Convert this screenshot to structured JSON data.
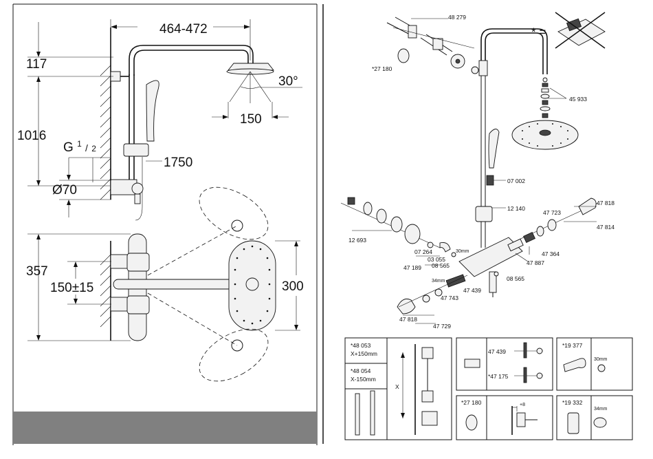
{
  "left_sheet": {
    "dimensions": {
      "arm_length": "464-472",
      "top_height": "117",
      "rail_height": "1016",
      "thread_g": "G",
      "thread_num": "1",
      "thread_den": "2",
      "pipe_diameter": "Ø70",
      "total_height": "1750",
      "spray_angle": "30°",
      "head_diameter": "150",
      "valve_height": "357",
      "inlet_spacing": "150±15",
      "head_length": "300"
    }
  },
  "right_sheet": {
    "not_included_symbol": "* =",
    "parts": {
      "p48279": "48 279",
      "p27180_top": "*27 180",
      "p45933": "45 933",
      "p07002": "07 002",
      "p12140": "12 140",
      "p12693": "12 693",
      "p47723": "47 723",
      "p47818_r": "47 818",
      "p47814": "47 814",
      "p07264": "07 264",
      "m30_a": "30mm",
      "p03055": "03 055",
      "p08565_a": "08 565",
      "p47189": "47 189",
      "p47364": "47 364",
      "p47887": "47 887",
      "m34_a": "34mm",
      "p08565_b": "08 565",
      "p47439": "47 439",
      "p47743": "47 743",
      "p47818_l": "47 818",
      "p47729": "47 729"
    },
    "boxes": {
      "b1_a1": "*48 053",
      "b1_a2": "X+150mm",
      "b1_b1": "*48 054",
      "b1_b2": "X-150mm",
      "b1_x": "X",
      "b2_a": "47 439",
      "b2_b": "*47 175",
      "b3_a": "*19 377",
      "b3_b": "30mm",
      "b4_a": "*27 180",
      "b4_b": "+8",
      "b5_a": "*19 332",
      "b5_b": "34mm"
    }
  }
}
